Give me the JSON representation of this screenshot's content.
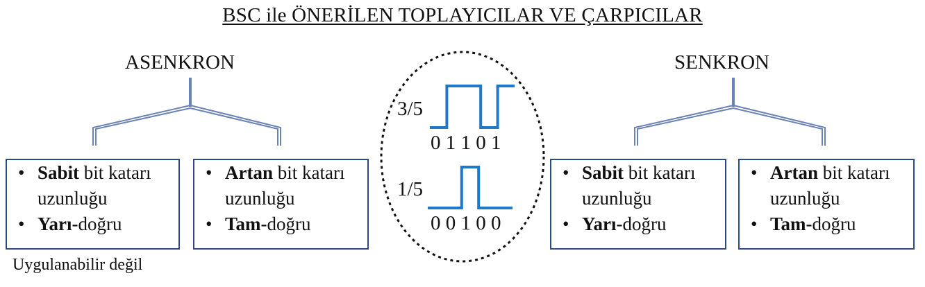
{
  "title": "BSC ile ÖNERİLEN TOPLAYICILAR VE ÇARPICILAR",
  "headings": {
    "left": "ASENKRON",
    "right": "SENKRON"
  },
  "boxes": [
    {
      "item1_bold": "Sabit",
      "item1_rest": " bit katarı",
      "item1_line2": "uzunluğu",
      "item2_bold": "Yarı-",
      "item2_rest": "doğru"
    },
    {
      "item1_bold": "Artan",
      "item1_rest": " bit katarı",
      "item1_line2": "uzunluğu",
      "item2_bold": "Tam-",
      "item2_rest": "doğru"
    },
    {
      "item1_bold": "Sabit",
      "item1_rest": " bit katarı",
      "item1_line2": "uzunluğu",
      "item2_bold": "Yarı-",
      "item2_rest": "doğru"
    },
    {
      "item1_bold": "Artan",
      "item1_rest": " bit katarı",
      "item1_line2": "uzunluğu",
      "item2_bold": "Tam-",
      "item2_rest": "doğru"
    }
  ],
  "bullet": "•",
  "note": "Uygulanabilir değil",
  "waves": [
    {
      "label": "3/5",
      "bits": "0 1 1 0 1",
      "sequence": [
        0,
        1,
        1,
        0,
        1
      ]
    },
    {
      "label": "1/5",
      "bits": "0 0 1 0 0",
      "sequence": [
        0,
        0,
        1,
        0,
        0
      ]
    }
  ],
  "colors": {
    "line": "#6b82b4",
    "box_border": "#2c4a86",
    "wave": "#1f78c8",
    "ellipse": "#111111"
  }
}
